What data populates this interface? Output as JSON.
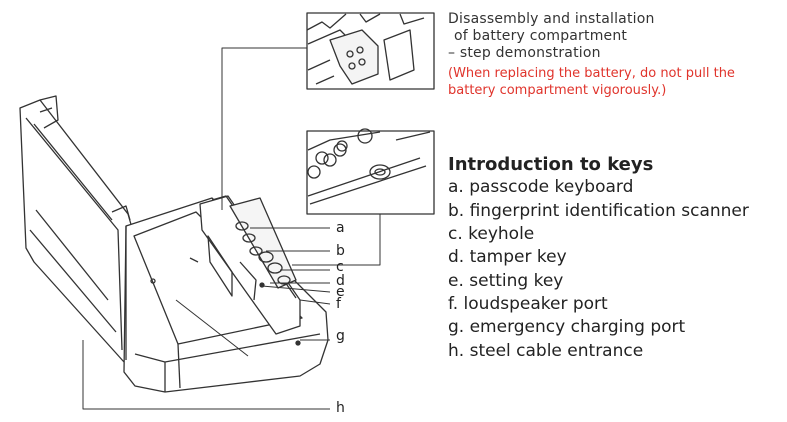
{
  "caption": {
    "lines": [
      "Disassembly and installation",
      "of battery compartment",
      "– step demonstration"
    ],
    "warning": [
      "(When replacing the battery, do not pull the",
      "battery compartment vigorously.)"
    ]
  },
  "keys": {
    "heading": "Introduction to keys",
    "items": [
      "a. passcode keyboard",
      "b. fingerprint identification scanner",
      "c. keyhole",
      "d. tamper key",
      "e. setting key",
      "f. loudspeaker port",
      "g. emergency charging port",
      "h. steel cable entrance"
    ]
  },
  "callouts": [
    "a",
    "b",
    "c",
    "d",
    "e",
    "f",
    "g",
    "h"
  ],
  "colors": {
    "text": "#222222",
    "warning": "#e0342c",
    "line": "#333333"
  }
}
